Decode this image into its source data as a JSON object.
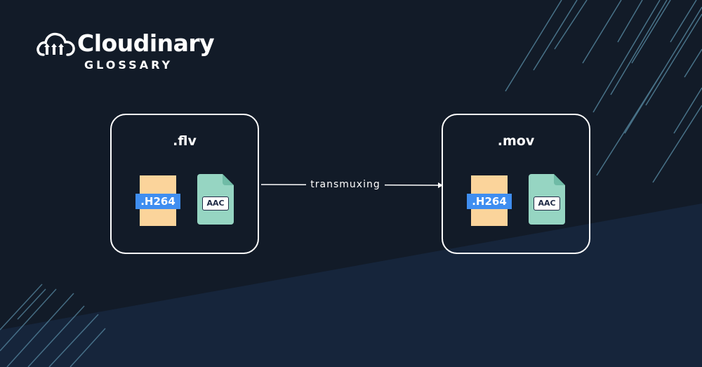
{
  "brand": {
    "name": "Cloudinary",
    "subtitle": "GLOSSARY"
  },
  "colors": {
    "background": "#121b28",
    "background_lower": "#16253b",
    "accent_lines": "#5b8fa8",
    "box_border": "#ffffff",
    "video_track": "#fbd49b",
    "video_tag": "#3f8ef0",
    "audio_file": "#96d5c2",
    "audio_tag_text": "#1f2a45"
  },
  "source": {
    "format": ".flv",
    "video_codec": ".H264",
    "audio_codec": "AAC"
  },
  "target": {
    "format": ".mov",
    "video_codec": ".H264",
    "audio_codec": "AAC"
  },
  "process": {
    "label": "transmuxing"
  },
  "icons": {
    "logo": "cloud-logo-icon",
    "video": "video-track-icon",
    "audio": "audio-file-icon",
    "arrow": "arrow-right-icon"
  }
}
